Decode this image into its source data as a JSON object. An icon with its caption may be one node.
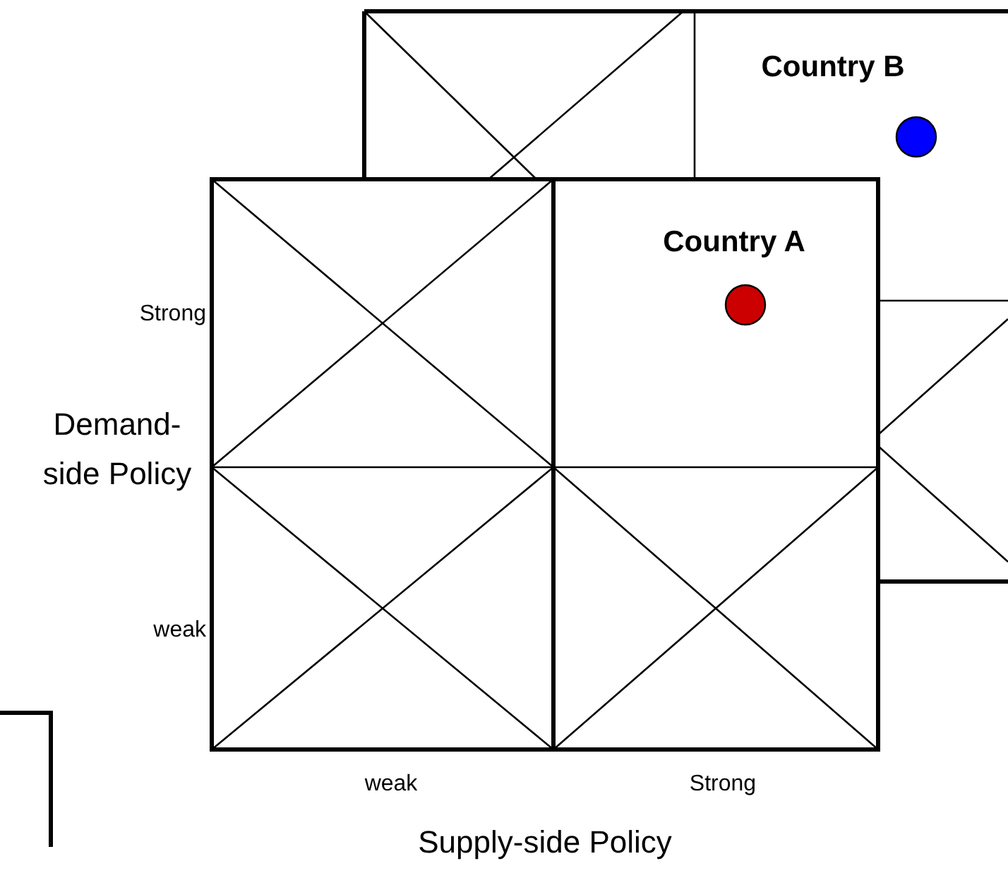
{
  "diagram": {
    "nodes": [
      {
        "text": [],
        "shape": "circle",
        "beside": [
          "Country A"
        ]
      },
      {
        "text": [],
        "shape": "circle",
        "beside": [
          "Country B"
        ]
      }
    ],
    "labels": [
      "Strong",
      "Demand-side Policy",
      "weak",
      "weak",
      "Strong",
      "Supply-side Policy"
    ]
  }
}
